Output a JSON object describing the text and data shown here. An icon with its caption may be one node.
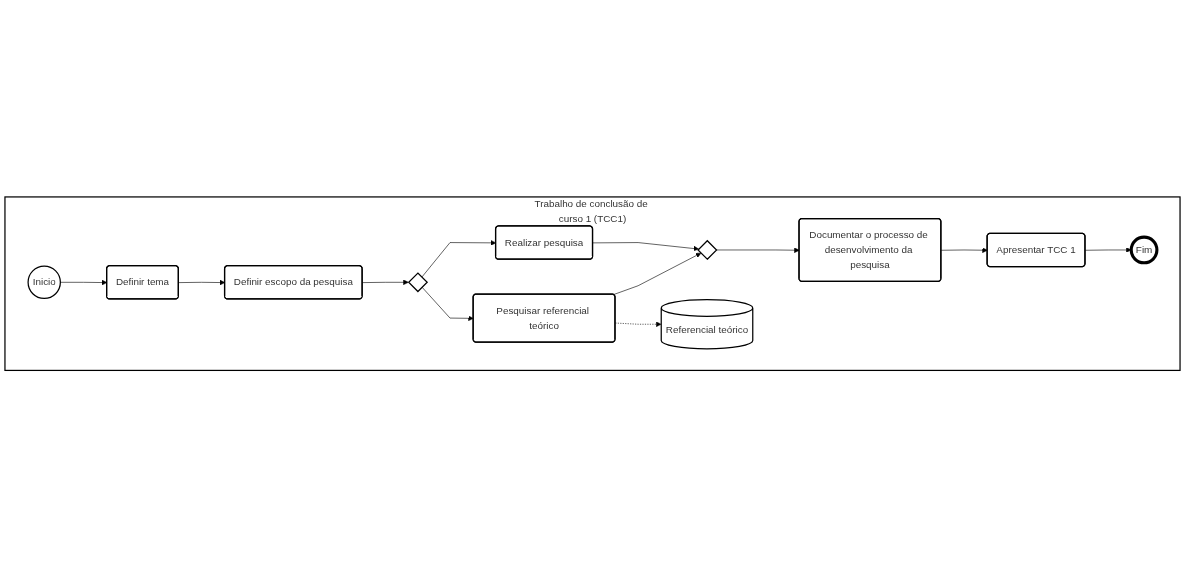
{
  "diagram": {
    "nodes": [
      {
        "text": [
          "Trabalho de conclusão de curso 1 (TCC1)"
        ]
      },
      {
        "text": [
          "Inicio"
        ],
        "in": 0
      },
      {
        "text": [
          "Definir tema"
        ],
        "in": 0
      },
      {
        "text": [
          "Definir escopo da pesquisa"
        ],
        "in": 0
      },
      {
        "text": [],
        "shape": "diamond",
        "in": 0
      },
      {
        "text": [
          "Realizar pesquisa"
        ],
        "in": 0
      },
      {
        "text": [
          "Pesquisar referencial teórico"
        ],
        "in": 0
      },
      {
        "text": [
          "Referencial teórico"
        ],
        "in": 0
      },
      {
        "text": [],
        "shape": "diamond",
        "in": 0
      },
      {
        "text": [
          "Documentar o processo de desenvolvimento da pesquisa"
        ],
        "in": 0
      },
      {
        "text": [
          "Apresentar TCC 1"
        ],
        "in": 0
      },
      {
        "text": [
          "Fim"
        ],
        "in": 0
      }
    ],
    "edges": [
      {
        "from": 1,
        "to": 2,
        "arrow": "to"
      },
      {
        "from": 2,
        "to": 3,
        "arrow": "to"
      },
      {
        "from": 3,
        "to": 4,
        "arrow": "to"
      },
      {
        "from": 4,
        "to": 5,
        "arrow": "to"
      },
      {
        "from": 4,
        "to": 6,
        "arrow": "to"
      },
      {
        "from": 5,
        "to": 8,
        "arrow": "to"
      },
      {
        "from": 6,
        "to": 8,
        "arrow": "to"
      },
      {
        "from": 6,
        "to": 7,
        "arrow": "to",
        "style": "dashed"
      },
      {
        "from": 8,
        "to": 9,
        "arrow": "to"
      },
      {
        "from": 9,
        "to": 10,
        "arrow": "to"
      },
      {
        "from": 10,
        "to": 11,
        "arrow": "to"
      }
    ]
  }
}
